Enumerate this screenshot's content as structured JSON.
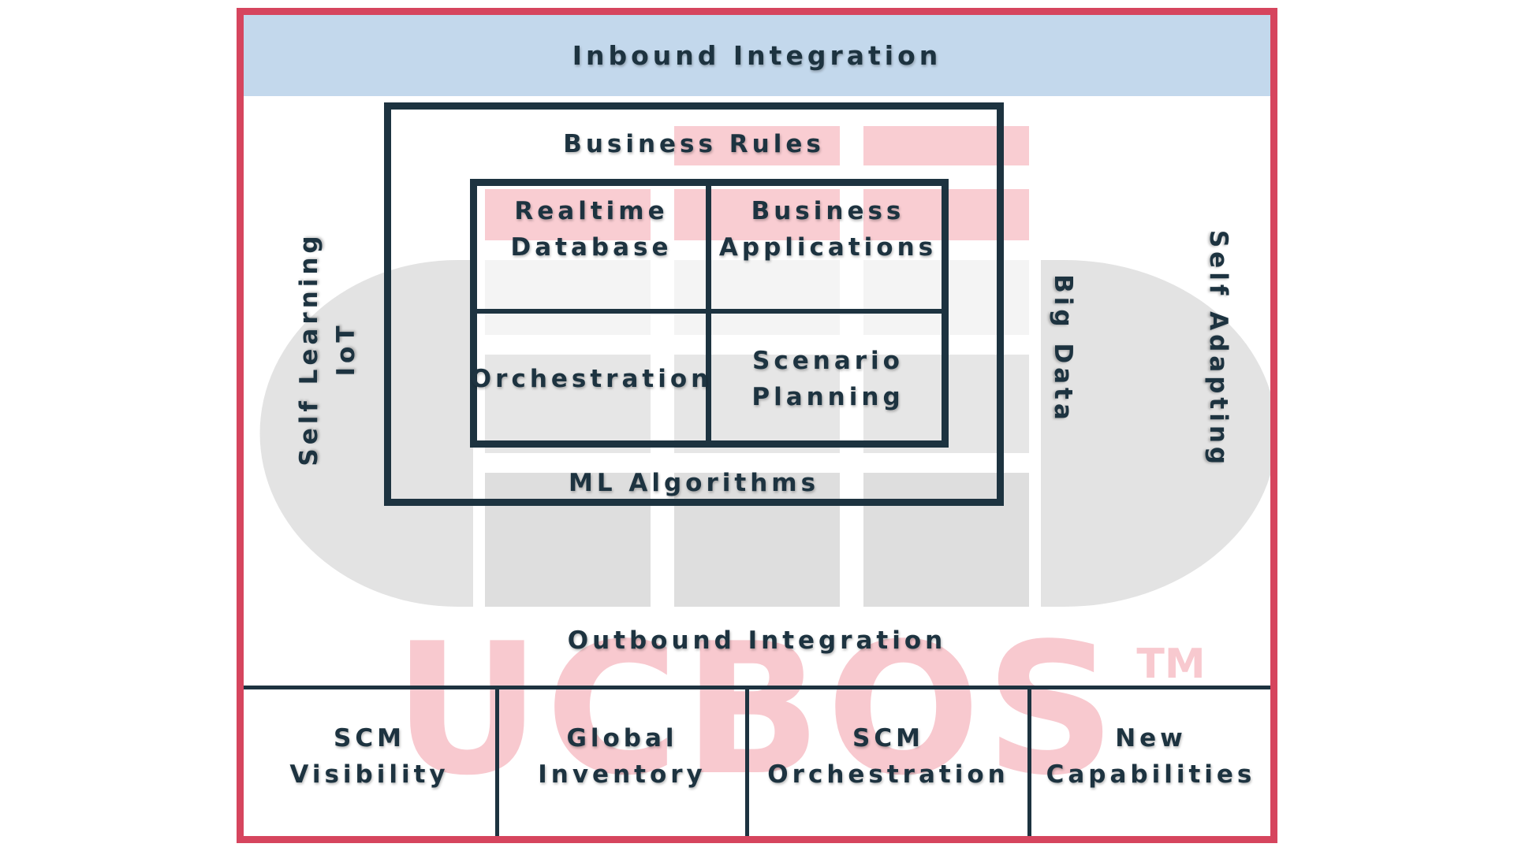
{
  "diagram": {
    "inbound": "Inbound Integration",
    "business_rules": "Business Rules",
    "realtime_db": [
      "Realtime",
      "Database"
    ],
    "business_apps": [
      "Business",
      "Applications"
    ],
    "orchestration": "Orchestration",
    "scenario_planning": [
      "Scenario",
      "Planning"
    ],
    "ml_algorithms": "ML Algorithms",
    "outbound": "Outbound Integration",
    "self_learning": "Self Learning",
    "iot": "IoT",
    "big_data": "Big Data",
    "self_adapting": "Self Adapting",
    "capabilities": [
      [
        "SCM",
        "Visibility"
      ],
      [
        "Global",
        "Inventory"
      ],
      [
        "SCM",
        "Orchestration"
      ],
      [
        "New",
        "Capabilities"
      ]
    ],
    "watermark": "UCBOS",
    "trademark": "TM"
  },
  "colors": {
    "frame": "#d6455e",
    "navy": "#1d3340",
    "inbound_band": "#c3d8ec",
    "watermark_pink": "#f7c5cc",
    "watermark_gray": "#e0e0e0"
  }
}
